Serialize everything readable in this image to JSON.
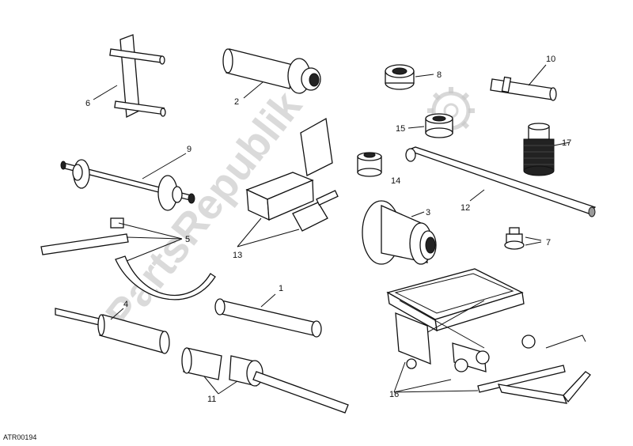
{
  "reference_code": "ATR00194",
  "watermark": {
    "text": "PartsRepublik",
    "gear_icon": "gear-icon"
  },
  "callouts": [
    {
      "id": "c1",
      "label": "1"
    },
    {
      "id": "c2",
      "label": "2"
    },
    {
      "id": "c3",
      "label": "3"
    },
    {
      "id": "c4",
      "label": "4"
    },
    {
      "id": "c5",
      "label": "5"
    },
    {
      "id": "c6",
      "label": "6"
    },
    {
      "id": "c7",
      "label": "7"
    },
    {
      "id": "c8",
      "label": "8"
    },
    {
      "id": "c9",
      "label": "9"
    },
    {
      "id": "c10",
      "label": "10"
    },
    {
      "id": "c11",
      "label": "11"
    },
    {
      "id": "c12",
      "label": "12"
    },
    {
      "id": "c13",
      "label": "13"
    },
    {
      "id": "c14",
      "label": "14"
    },
    {
      "id": "c15",
      "label": "15"
    },
    {
      "id": "c16",
      "label": "16"
    },
    {
      "id": "c17",
      "label": "17"
    }
  ]
}
